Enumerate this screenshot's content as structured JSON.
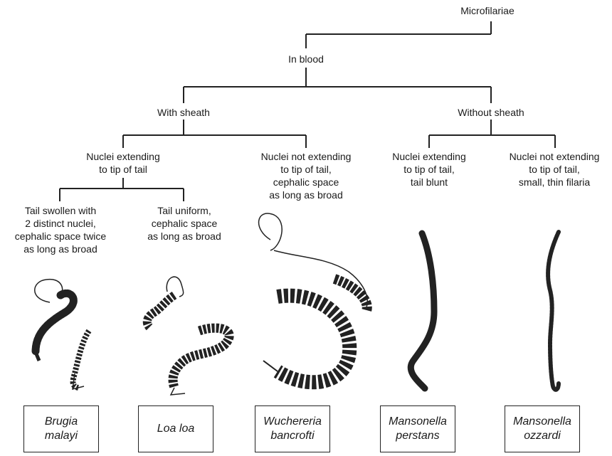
{
  "root": "Microfilariae",
  "level1": "In blood",
  "with_sheath": "With sheath",
  "without_sheath": "Without sheath",
  "nodes": {
    "ws_extending": "Nuclei extending\nto tip of tail",
    "ws_not_extending": "Nuclei not extending\nto tip of tail,\ncephalic space\nas long as broad",
    "wo_extending": "Nuclei extending\nto tip of tail,\ntail blunt",
    "wo_not_extending": "Nuclei not extending\nto tip of tail,\nsmall, thin filaria",
    "brugia_desc": "Tail swollen with\n2 distinct nuclei,\ncephalic space twice\nas long as broad",
    "loa_desc": "Tail uniform,\ncephalic space\nas long as broad"
  },
  "species": [
    {
      "key": "brugia",
      "name": "Brugia\nmalayi"
    },
    {
      "key": "loa",
      "name": "Loa loa"
    },
    {
      "key": "wuchereria",
      "name": "Wuchereria\nbancrofti"
    },
    {
      "key": "perstans",
      "name": "Mansonella\nperstans"
    },
    {
      "key": "ozzardi",
      "name": "Mansonella\nozzardi"
    }
  ]
}
